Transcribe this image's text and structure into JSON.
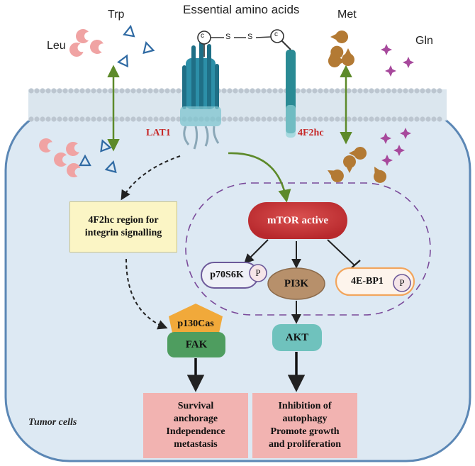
{
  "header": {
    "title": "Essential amino acids"
  },
  "amino_acids": {
    "leu": "Leu",
    "trp": "Trp",
    "met": "Met",
    "gln": "Gln"
  },
  "transporters": {
    "lat1": "LAT1",
    "f2hc": "4F2hc",
    "c_left": "c",
    "c_right": "c",
    "s1": "S",
    "s2": "S"
  },
  "pathway": {
    "integrin_line1": "4F2hc region for",
    "integrin_line2": "integrin signalling",
    "mtor": "mTOR active",
    "p70s6k": "p70S6K",
    "p_mark": "P",
    "pi3k": "PI3K",
    "ebp1": "4E-BP1",
    "p130cas": "p130Cas",
    "fak": "FAK",
    "akt": "AKT"
  },
  "outcomes": {
    "left": [
      "Survival",
      "anchorage",
      "Independence",
      "metastasis"
    ],
    "right": [
      "Inhibition of",
      "autophagy",
      "Promote growth",
      "and proliferation"
    ]
  },
  "cell_label": "Tumor cells",
  "colors": {
    "cell_fill": "#dde9f3",
    "cell_stroke": "#5b87b5",
    "mtor": "#c6393b",
    "pi3k": "#b7906b",
    "akt": "#6fc2bd",
    "fak": "#4e9d5f",
    "p130cas": "#f1a93a",
    "outcome_box": "#f2b3b1",
    "integrin_box": "#fbf5c5",
    "arrow_green": "#5d8a2a",
    "leu": "#f0a3a3",
    "met": "#b37a34",
    "gln": "#a7499c",
    "trp": "#2f6aa3"
  }
}
